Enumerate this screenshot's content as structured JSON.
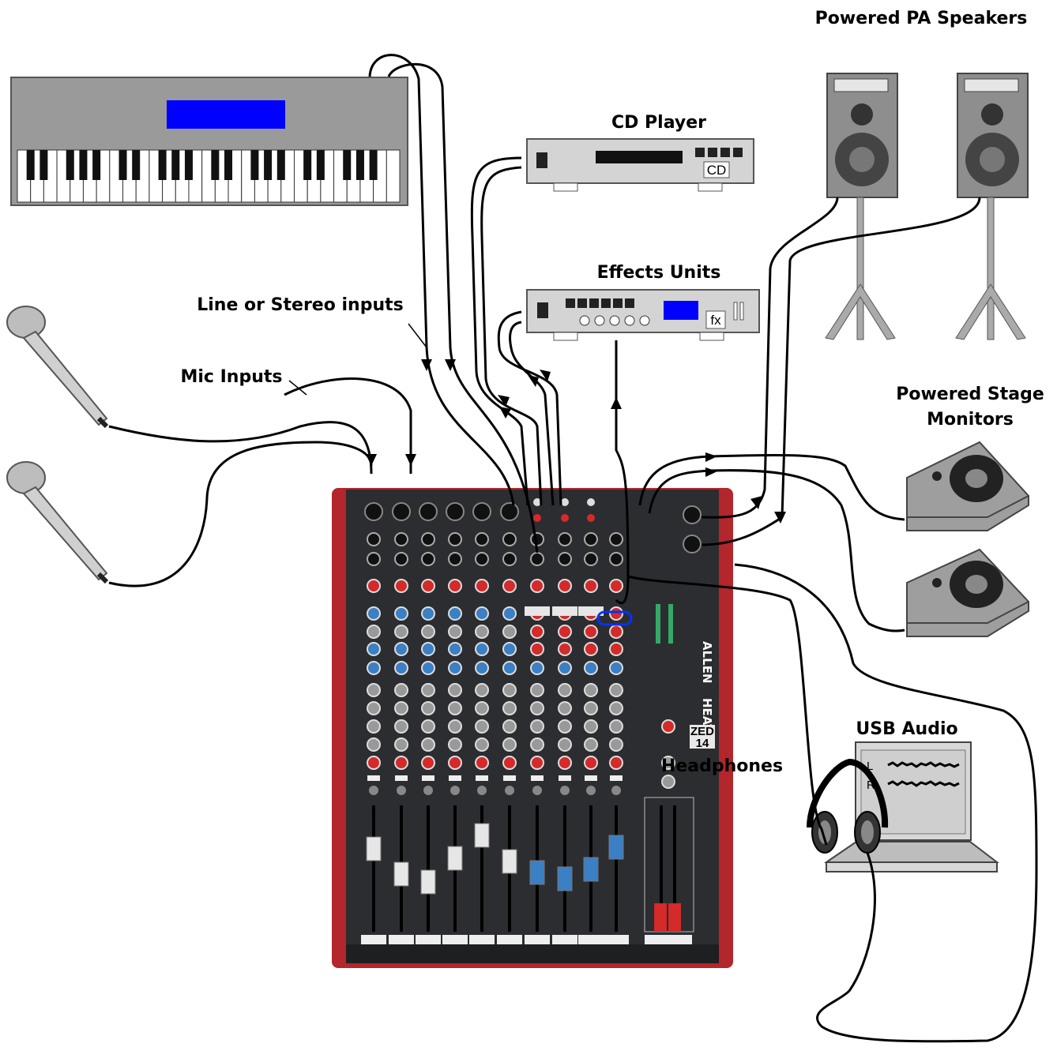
{
  "labels": {
    "pa_speakers": "Powered PA Speakers",
    "cd_player": "CD Player",
    "effects_units": "Effects Units",
    "line_inputs": "Line or Stereo inputs",
    "mic_inputs": "Mic Inputs",
    "stage_monitors_1": "Powered Stage",
    "stage_monitors_2": "Monitors",
    "usb_audio": "USB Audio",
    "headphones": "Headphones"
  },
  "device_text": {
    "cd": "CD",
    "fx": "fx",
    "laptop_left": "L",
    "laptop_right": "R",
    "brand_top": "ALLEN",
    "brand_bottom": "HEATH",
    "model_top": "ZED",
    "model_bottom": "14"
  },
  "colors": {
    "mixer_body": "#2c2d30",
    "mixer_side": "#b3262b",
    "screen": "#0000ff",
    "device_grey": "#d4d4d4",
    "speaker_grey": "#8e8e8e",
    "fader_blue": "#3b7fc4",
    "fader_red": "#d42a2a"
  }
}
